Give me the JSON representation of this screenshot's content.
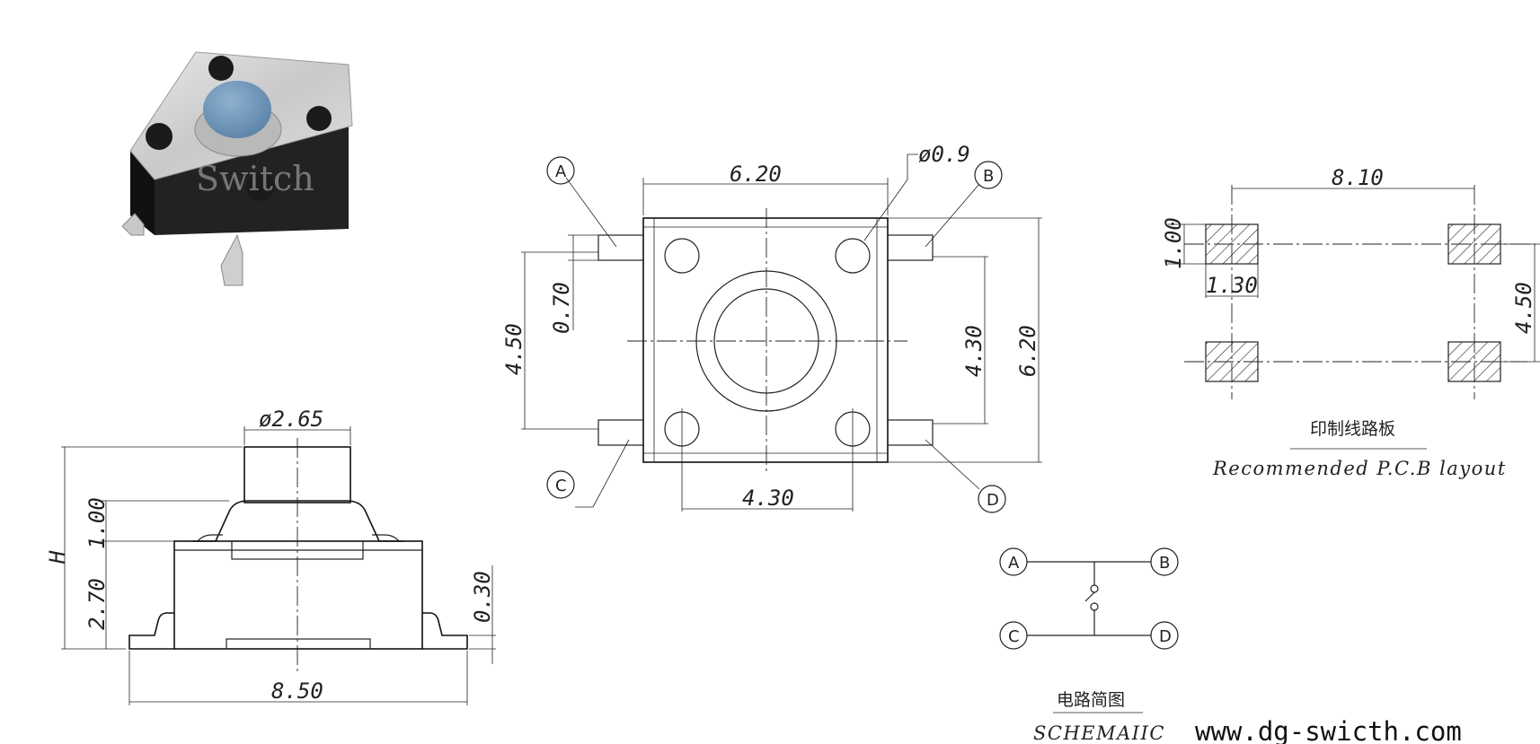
{
  "photo": {
    "brand_text": "Switch",
    "cap_color": "#6c95b8",
    "body_color": "#cfcfcf"
  },
  "top_view": {
    "dim_width": "6.20",
    "dim_hole": "ø0.9",
    "dim_left_span": "4.50",
    "dim_pin_width": "0.70",
    "dim_inner_span": "4.30",
    "dim_height": "6.20",
    "dim_bottom_span": "4.30",
    "pin_a": "A",
    "pin_b": "B",
    "pin_c": "C",
    "pin_d": "D"
  },
  "side_view": {
    "dim_plunger": "ø2.65",
    "dim_total_height": "H",
    "dim_cap_height": "1.00",
    "dim_body_height": "2.70",
    "dim_lead_thickness": "0.30",
    "dim_overall_width": "8.50"
  },
  "pcb": {
    "dim_pitch_x": "8.10",
    "dim_pad_height": "1.00",
    "dim_pad_width": "1.30",
    "dim_pitch_y": "4.50",
    "title_cn": "印制线路板",
    "title_en": "Recommended P.C.B layout"
  },
  "schematic": {
    "pin_a": "A",
    "pin_b": "B",
    "pin_c": "C",
    "pin_d": "D",
    "title_cn": "电路简图",
    "title_en": "SCHEMAIIC"
  },
  "website": "www.dg-swicth.com"
}
